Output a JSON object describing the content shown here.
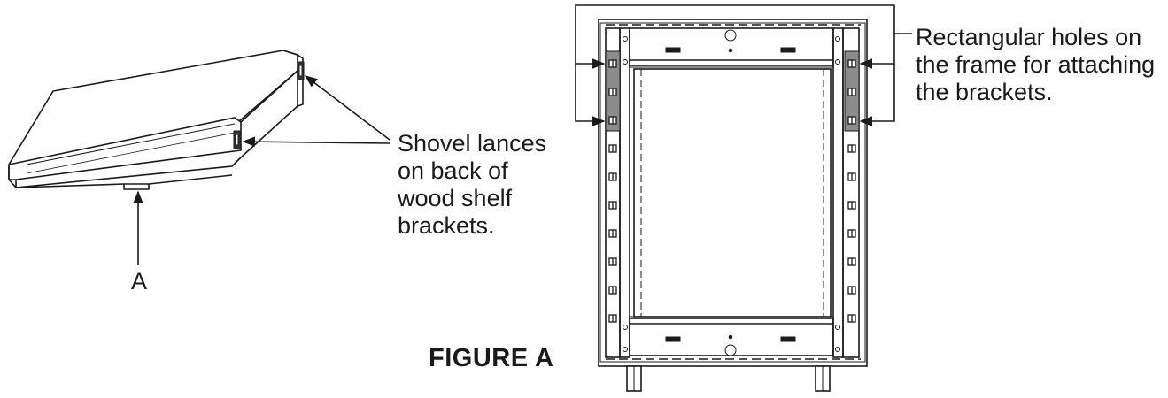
{
  "shelf_callout": {
    "lines": [
      "Shovel lances",
      "on back of",
      "wood shelf",
      "brackets."
    ]
  },
  "frame_callout": {
    "lines": [
      "Rectangular holes on",
      "the frame for attaching",
      "the brackets."
    ]
  },
  "label_a": "A",
  "figure_title": "FIGURE A"
}
